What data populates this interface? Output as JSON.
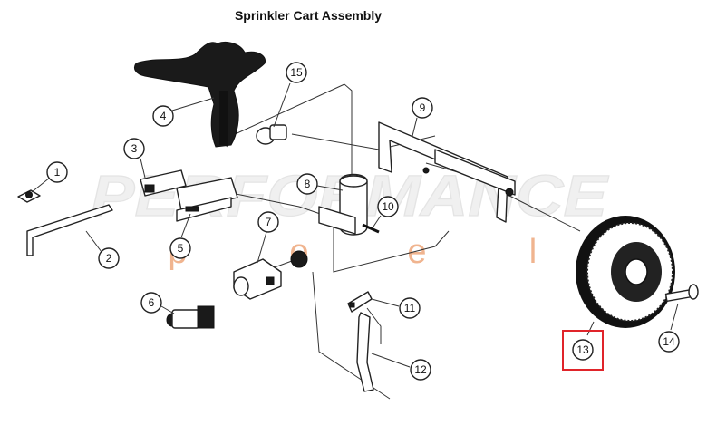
{
  "title": "Sprinkler Cart Assembly",
  "watermark": {
    "logo_text": "PERFORMANCE",
    "letters": [
      "p",
      "o",
      "e",
      "l"
    ]
  },
  "callouts": [
    "1",
    "2",
    "3",
    "4",
    "5",
    "6",
    "7",
    "8",
    "9",
    "10",
    "11",
    "12",
    "13",
    "14",
    "15"
  ],
  "highlight": {
    "part": "13",
    "color": "#e0242a"
  }
}
